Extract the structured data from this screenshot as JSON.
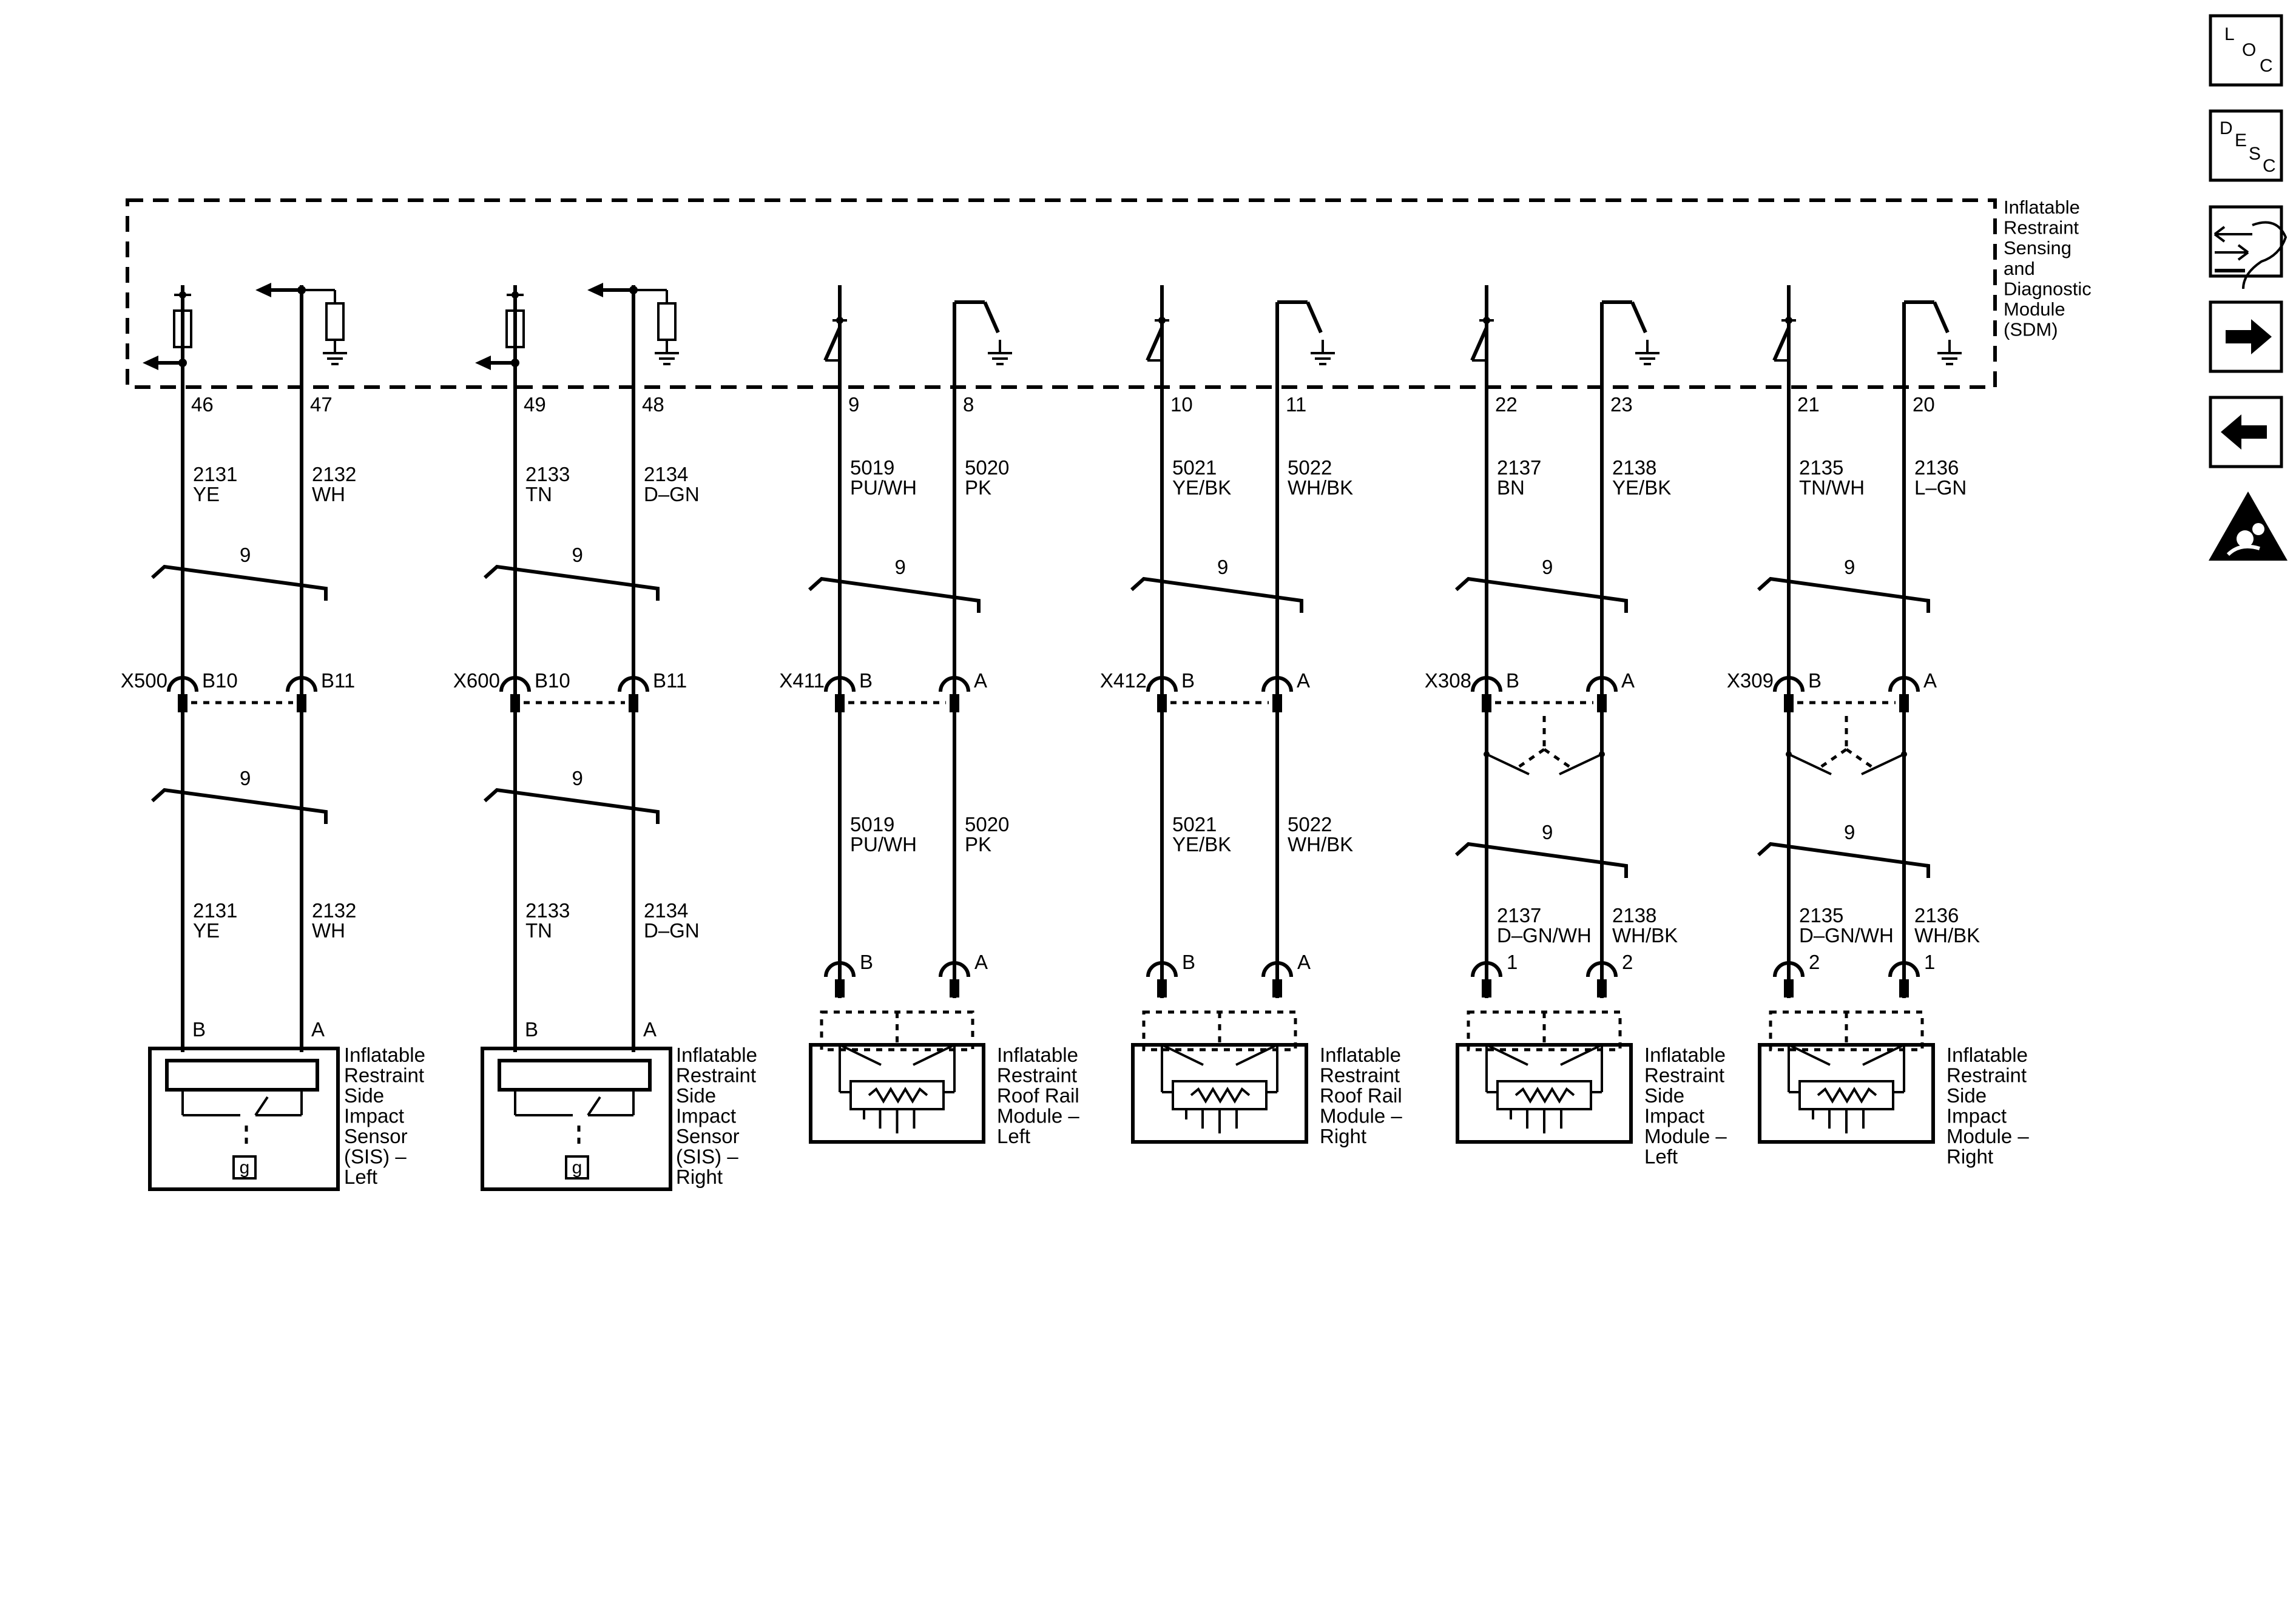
{
  "module_label": [
    "Inflatable",
    "Restraint",
    "Sensing",
    "and",
    "Diagnostic",
    "Module",
    "(SDM)"
  ],
  "twist": "9",
  "circuits": [
    {
      "id": "sis-left",
      "type": "sensor",
      "pins": [
        "46",
        "47"
      ],
      "hasArrow": [
        false,
        true
      ],
      "upper": [
        [
          "2131",
          "YE"
        ],
        [
          "2132",
          "WH"
        ]
      ],
      "conn": "X500",
      "cpins": [
        "B10",
        "B11"
      ],
      "lower": [
        [
          "2131",
          "YE"
        ],
        [
          "2132",
          "WH"
        ]
      ],
      "dev_pins": [
        "B",
        "A"
      ],
      "label": [
        "Inflatable",
        "Restraint",
        "Side",
        "Impact",
        "Sensor",
        "(SIS) –",
        "Left"
      ]
    },
    {
      "id": "sis-right",
      "type": "sensor",
      "pins": [
        "49",
        "48"
      ],
      "hasArrow": [
        false,
        true
      ],
      "upper": [
        [
          "2133",
          "TN"
        ],
        [
          "2134",
          "D–GN"
        ]
      ],
      "conn": "X600",
      "cpins": [
        "B10",
        "B11"
      ],
      "lower": [
        [
          "2133",
          "TN"
        ],
        [
          "2134",
          "D–GN"
        ]
      ],
      "dev_pins": [
        "B",
        "A"
      ],
      "label": [
        "Inflatable",
        "Restraint",
        "Side",
        "Impact",
        "Sensor",
        "(SIS) –",
        "Right"
      ]
    },
    {
      "id": "roof-left",
      "type": "roof",
      "pins": [
        "9",
        "8"
      ],
      "upper": [
        [
          "5019",
          "PU/WH"
        ],
        [
          "5020",
          "PK"
        ]
      ],
      "conn": "X411",
      "cpins": [
        "B",
        "A"
      ],
      "lower": [
        [
          "5019",
          "PU/WH"
        ],
        [
          "5020",
          "PK"
        ]
      ],
      "dev_pins": [
        "B",
        "A"
      ],
      "label": [
        "Inflatable",
        "Restraint",
        "Roof Rail",
        "Module –",
        "Left"
      ]
    },
    {
      "id": "roof-right",
      "type": "roof",
      "pins": [
        "10",
        "11"
      ],
      "upper": [
        [
          "5021",
          "YE/BK"
        ],
        [
          "5022",
          "WH/BK"
        ]
      ],
      "conn": "X412",
      "cpins": [
        "B",
        "A"
      ],
      "lower": [
        [
          "5021",
          "YE/BK"
        ],
        [
          "5022",
          "WH/BK"
        ]
      ],
      "dev_pins": [
        "B",
        "A"
      ],
      "label": [
        "Inflatable",
        "Restraint",
        "Roof Rail",
        "Module –",
        "Right"
      ]
    },
    {
      "id": "sim-left",
      "type": "side",
      "pins": [
        "22",
        "23"
      ],
      "upper": [
        [
          "2137",
          "BN"
        ],
        [
          "2138",
          "YE/BK"
        ]
      ],
      "conn": "X308",
      "cpins": [
        "B",
        "A"
      ],
      "lower": [
        [
          "2137",
          "D–GN/WH"
        ],
        [
          "2138",
          "WH/BK"
        ]
      ],
      "dev_pins": [
        "1",
        "2"
      ],
      "label": [
        "Inflatable",
        "Restraint",
        "Side",
        "Impact",
        "Module –",
        "Left"
      ]
    },
    {
      "id": "sim-right",
      "type": "side",
      "pins": [
        "21",
        "20"
      ],
      "upper": [
        [
          "2135",
          "TN/WH"
        ],
        [
          "2136",
          "L–GN"
        ]
      ],
      "conn": "X309",
      "cpins": [
        "B",
        "A"
      ],
      "lower": [
        [
          "2135",
          "D–GN/WH"
        ],
        [
          "2136",
          "WH/BK"
        ]
      ],
      "dev_pins": [
        "2",
        "1"
      ],
      "label": [
        "Inflatable",
        "Restraint",
        "Side",
        "Impact",
        "Module –",
        "Right"
      ]
    }
  ],
  "side_icons": [
    {
      "name": "loc-button",
      "letters": [
        "L",
        "O",
        "C"
      ]
    },
    {
      "name": "desc-button",
      "letters": [
        "D",
        "E",
        "S",
        "C"
      ]
    },
    {
      "name": "connector-info-button"
    },
    {
      "name": "next-button"
    },
    {
      "name": "previous-button"
    },
    {
      "name": "airbag-warning-icon"
    }
  ]
}
